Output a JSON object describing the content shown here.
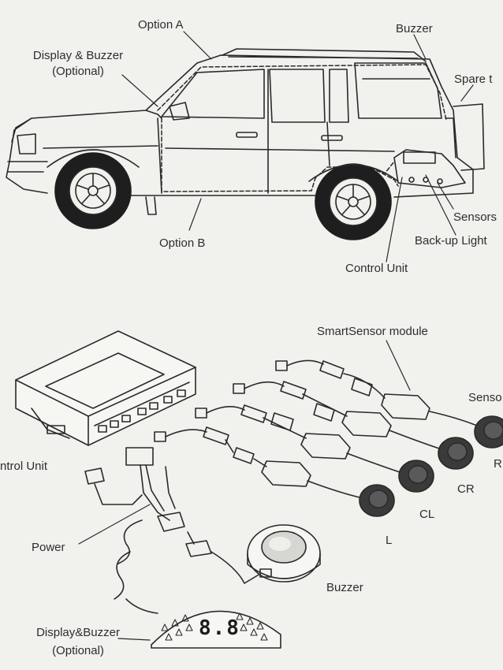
{
  "car_diagram": {
    "labels": {
      "option_a": "Option A",
      "buzzer": "Buzzer",
      "display_buzzer": "Display & Buzzer",
      "optional": "(Optional)",
      "spare_tire": "Spare t",
      "sensors": "Sensors",
      "back_up_light": "Back-up Light",
      "option_b": "Option B",
      "control_unit": "Control Unit"
    }
  },
  "kit_diagram": {
    "labels": {
      "smartsensor_module": "SmartSensor module",
      "sensor": "Senso",
      "control_unit": "ntrol Unit",
      "r": "R",
      "cr": "CR",
      "cl": "CL",
      "l": "L",
      "power": "Power",
      "buzzer": "Buzzer",
      "display_buzzer": "Display&Buzzer",
      "optional": "(Optional)"
    },
    "display_digits": "8.8"
  },
  "colors": {
    "ink": "#2a2a2a",
    "paper": "#f1f1ee",
    "sensor_fill": "#3a3a3a",
    "tire_fill": "#1e1e1e"
  }
}
